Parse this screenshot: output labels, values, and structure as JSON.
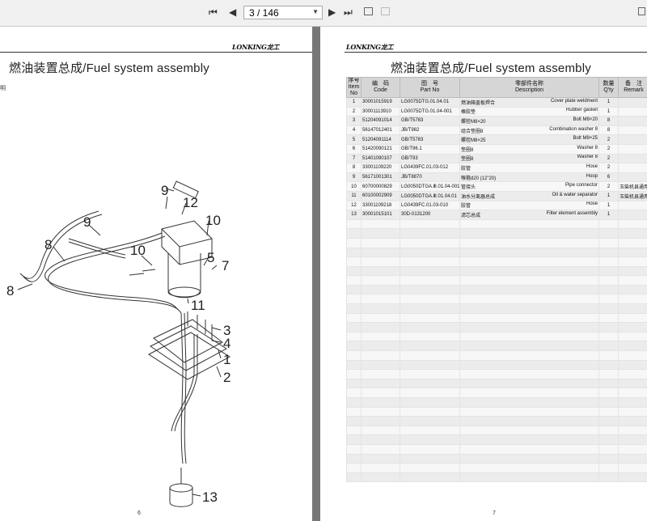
{
  "toolbar": {
    "first_icon": "⏮",
    "prev_icon": "◀",
    "page_field": "3 / 146",
    "next_icon": "▶",
    "last_icon": "⏭"
  },
  "left_page": {
    "logo": "LONKING龙工",
    "title": "燃油装置总成/Fuel system assembly",
    "side_mark": "明",
    "page_number": "6",
    "callouts": [
      "9",
      "12",
      "10",
      "9",
      "8",
      "10",
      "5",
      "7",
      "8",
      "11",
      "3",
      "4",
      "1",
      "2",
      "13"
    ]
  },
  "right_page": {
    "logo": "LONKING龙工",
    "title": "燃油装置总成/Fuel system assembly",
    "page_number": "7",
    "headers": {
      "no_cn": "序号",
      "no_item": "Item",
      "no_en": "No",
      "code_cn": "编　码",
      "code_en": "Code",
      "part_cn": "图　号",
      "part_en": "Part No",
      "desc_cn": "零部件名称",
      "desc_en": "Description",
      "qty_cn": "数量",
      "qty_en": "Q'ty",
      "remark_cn": "备　注",
      "remark_en": "Remark"
    },
    "rows": [
      {
        "no": "1",
        "code": "30001015919",
        "part": "LG0075DTG.01.04.01",
        "cn": "燃油箱盖板焊合",
        "en": "Cover plate weldment",
        "qty": "1",
        "remark": ""
      },
      {
        "no": "2",
        "code": "30001113910",
        "part": "LG0075DTG.01.04-001",
        "cn": "橡胶垫",
        "en": "Rubber gasket",
        "qty": "1",
        "remark": ""
      },
      {
        "no": "3",
        "code": "51204091014",
        "part": "GB/T5783",
        "cn": "螺栓M8×20",
        "en": "Bolt M8×20",
        "qty": "8",
        "remark": ""
      },
      {
        "no": "4",
        "code": "56147012401",
        "part": "JB/T982",
        "cn": "组合垫圈8",
        "en": "Combination washer 8",
        "qty": "8",
        "remark": ""
      },
      {
        "no": "5",
        "code": "51204091114",
        "part": "GB/T5783",
        "cn": "螺栓M8×25",
        "en": "Bolt M8×25",
        "qty": "2",
        "remark": ""
      },
      {
        "no": "6",
        "code": "51420090121",
        "part": "GB/T96.1",
        "cn": "垫圈8",
        "en": "Washer 8",
        "qty": "2",
        "remark": ""
      },
      {
        "no": "7",
        "code": "51401090107",
        "part": "GB/T93",
        "cn": "垫圈8",
        "en": "Washer 8",
        "qty": "2",
        "remark": ""
      },
      {
        "no": "8",
        "code": "33001109220",
        "part": "LG0439FC.01.03-012",
        "cn": "胶管",
        "en": "Hose",
        "qty": "2",
        "remark": ""
      },
      {
        "no": "9",
        "code": "56171001301",
        "part": "JB/T8870",
        "cn": "喉箍d20 (12\"20)",
        "en": "Hoop",
        "qty": "6",
        "remark": ""
      },
      {
        "no": "10",
        "code": "60700000829",
        "part": "LG0050DTGA.Ⅲ.01.04-001",
        "cn": "管接头",
        "en": "Pipe connector",
        "qty": "2",
        "remark": "玉柴机县通用"
      },
      {
        "no": "11",
        "code": "60100002909",
        "part": "LG0050DTGA.Ⅲ.01.04.01",
        "cn": "油水分离器总成",
        "en": "Oil & water separator",
        "qty": "1",
        "remark": "玉柴机县通用"
      },
      {
        "no": "12",
        "code": "33001109218",
        "part": "LG0439FC.01.03-010",
        "cn": "胶管",
        "en": "Hose",
        "qty": "1",
        "remark": ""
      },
      {
        "no": "13",
        "code": "30001015101",
        "part": "30D-0131200",
        "cn": "滤芯总成",
        "en": "Filter element assembly",
        "qty": "1",
        "remark": ""
      }
    ],
    "empty_rows": 28
  }
}
